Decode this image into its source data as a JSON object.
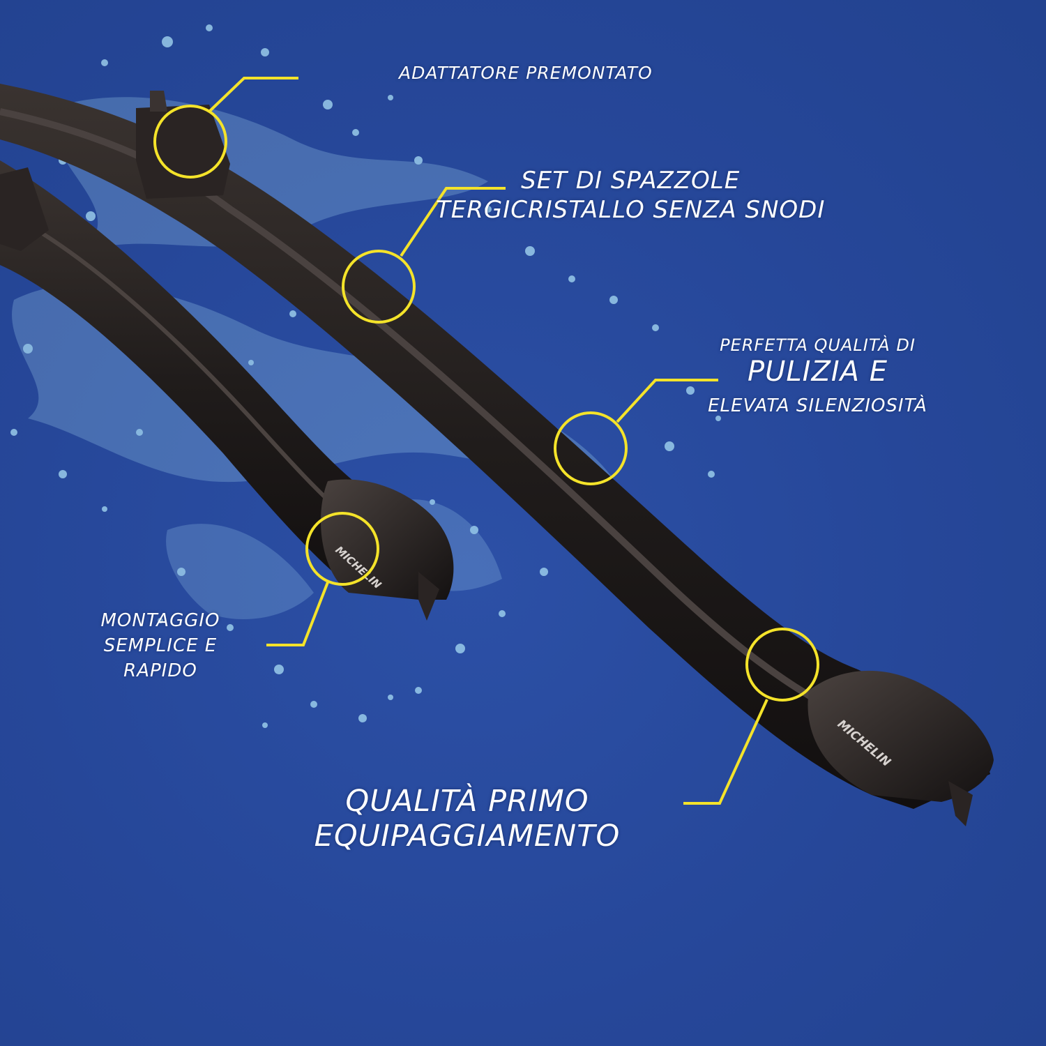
{
  "colors": {
    "background": "#27489a",
    "callout_yellow": "#f4e32a",
    "blade": "#1e1a1a",
    "splash": "#9fd6f0",
    "text": "#ffffff"
  },
  "callouts": {
    "adapter": "ADATTATORE PREMONTATO",
    "set": [
      "SET DI SPAZZOLE",
      "TERGICRISTALLO SENZA SNODI"
    ],
    "performance": [
      "PERFETTA QUALITÀ DI",
      "PULIZIA E",
      "ELEVATA SILENZIOSITÀ"
    ],
    "mounting": [
      "MONTAGGIO",
      "SEMPLICE E",
      "RAPIDO"
    ],
    "quality": [
      "QUALITÀ PRIMO",
      "EQUIPAGGIAMENTO"
    ]
  },
  "brand": {
    "logo_text": "MICHELIN"
  },
  "icons": [
    "water-splash",
    "wiper-blade",
    "callout-circle",
    "michelin-logo"
  ]
}
